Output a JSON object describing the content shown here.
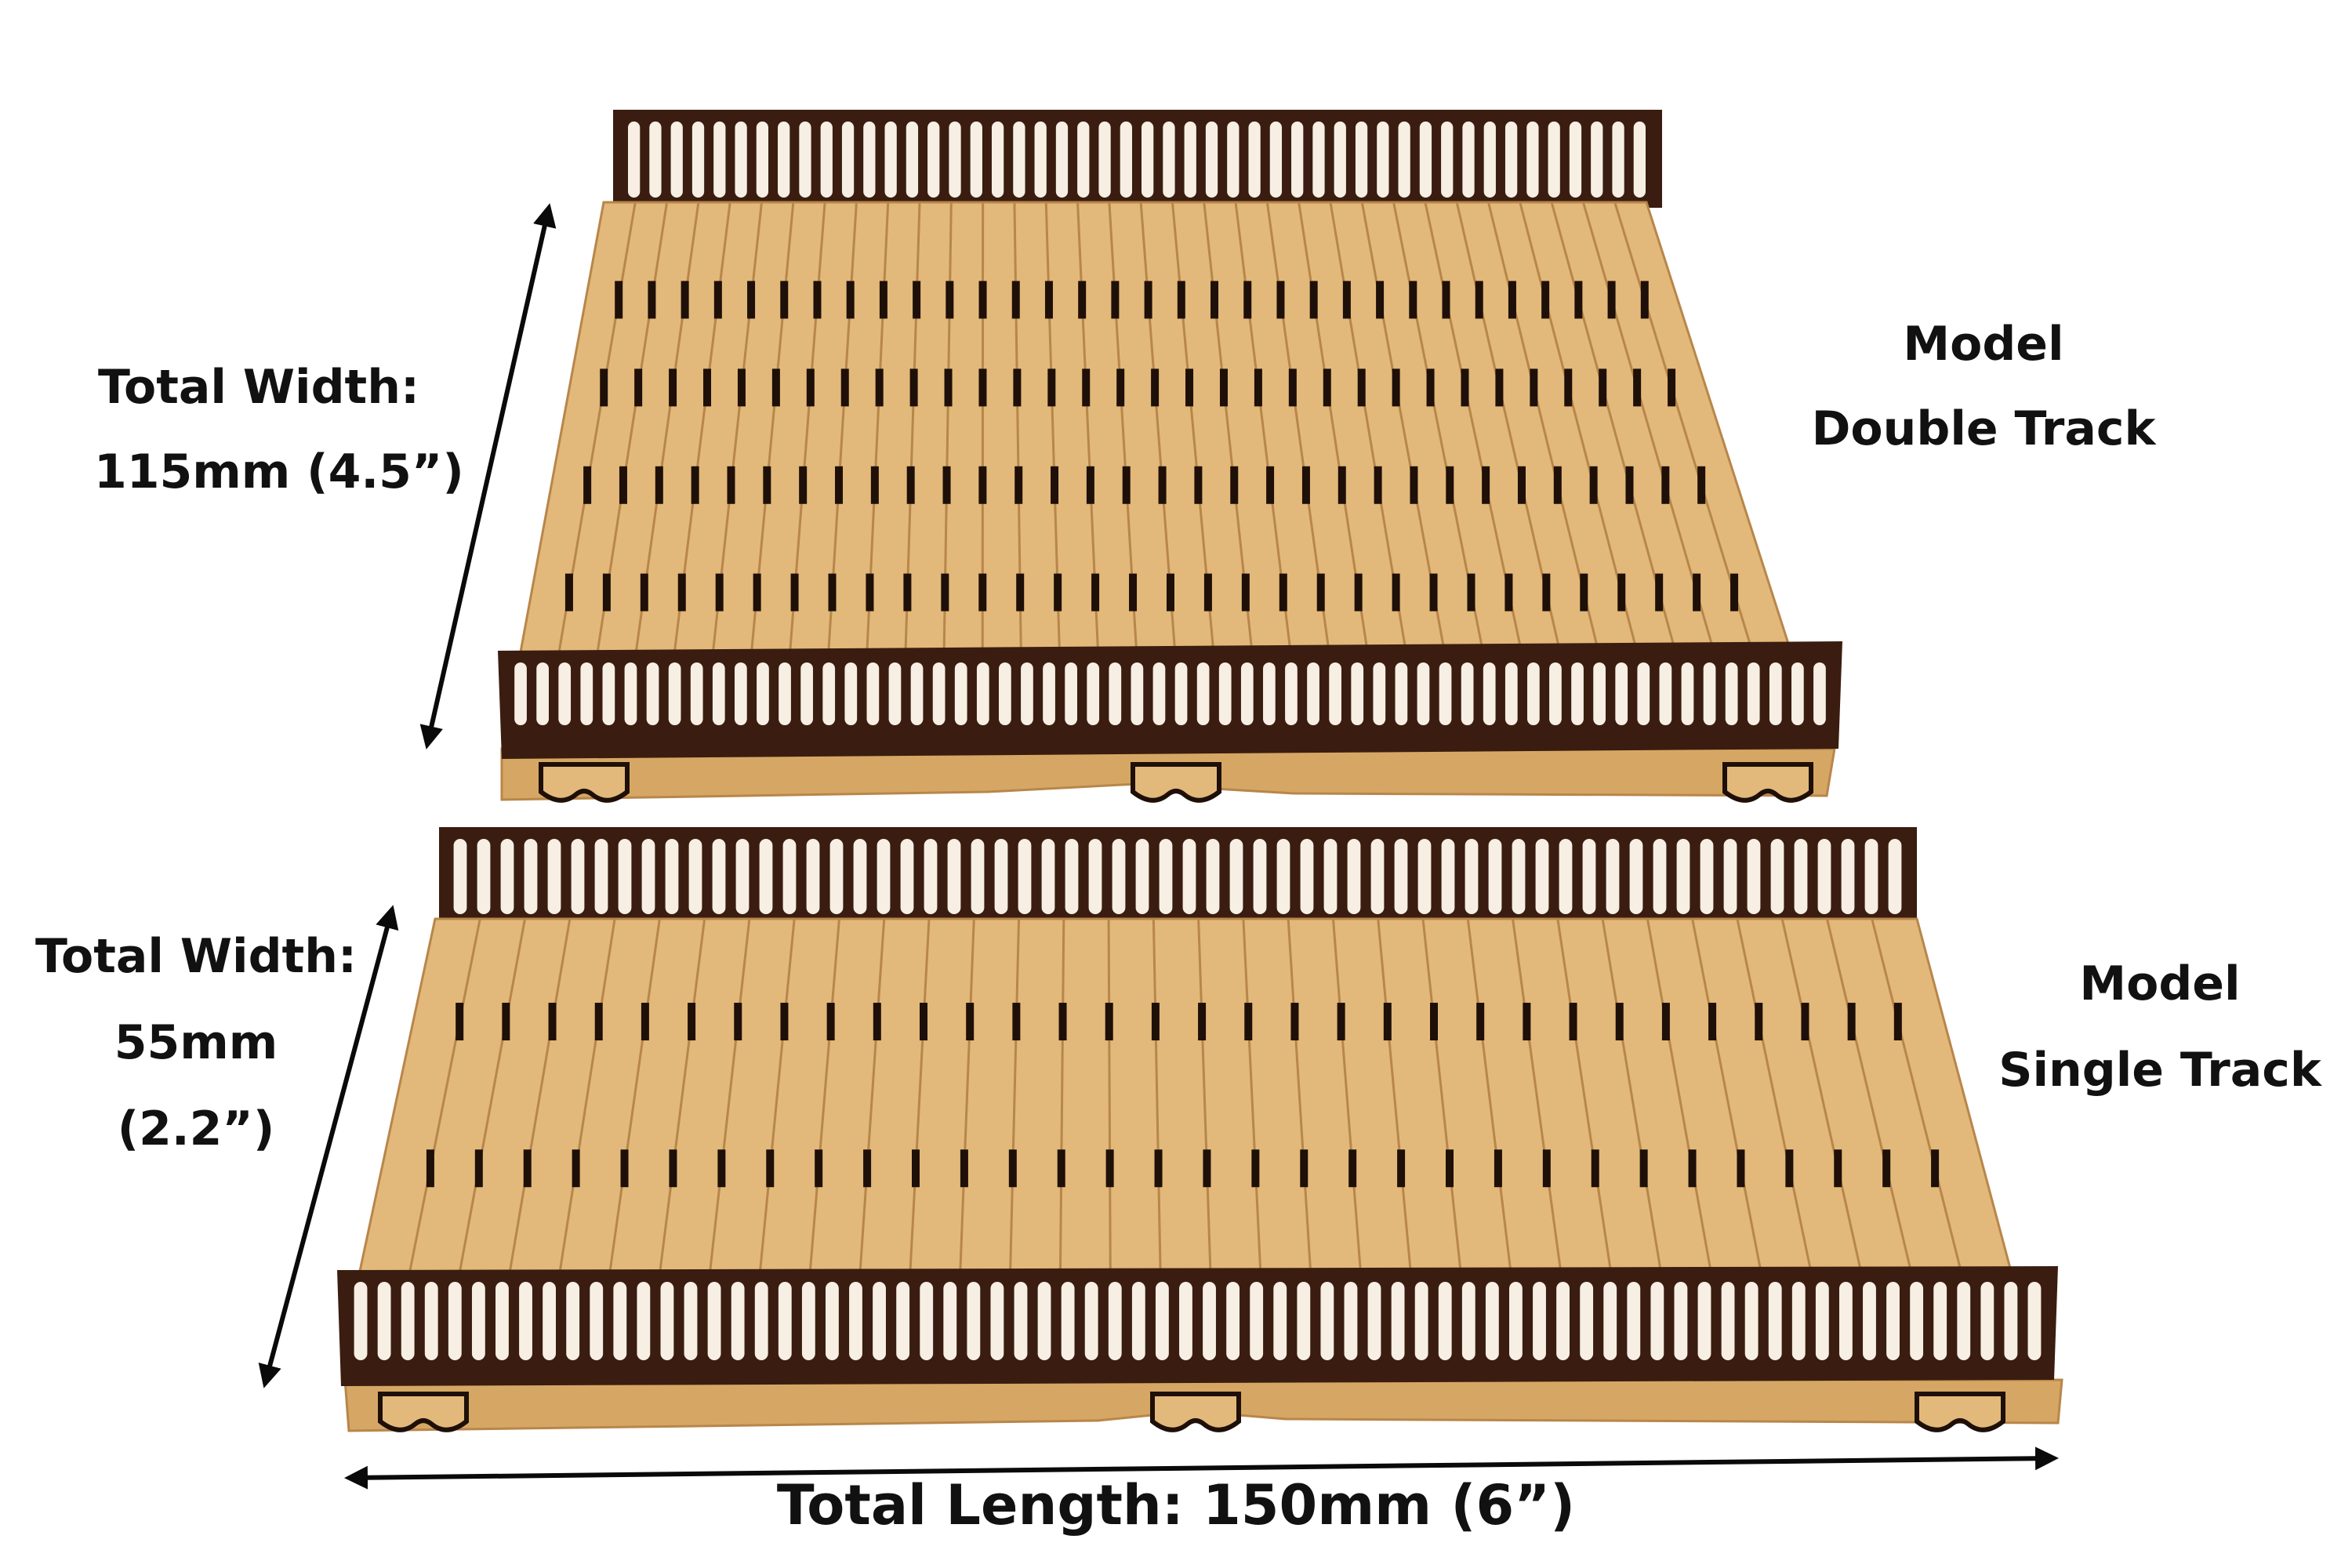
{
  "colors": {
    "background": "#ffffff",
    "mdf_light": "#e2b97a",
    "mdf_mid": "#d6a764",
    "mdf_edge": "#b8864a",
    "railing_dark": "#3a1d10",
    "slot_dark": "#1e0f08",
    "text": "#111111",
    "arrow": "#0a0a0a"
  },
  "double_track": {
    "name_line1": "Model",
    "name_line2": "Double Track",
    "width_line1": "Total Width:",
    "width_line2": "115mm (4.5”)"
  },
  "single_track": {
    "name_line1": "Model",
    "name_line2": "Single Track",
    "width_line1": "Total Width:",
    "width_line2": "55mm",
    "width_line3": "(2.2”)"
  },
  "length_label": "Total Length: 150mm (6”)"
}
